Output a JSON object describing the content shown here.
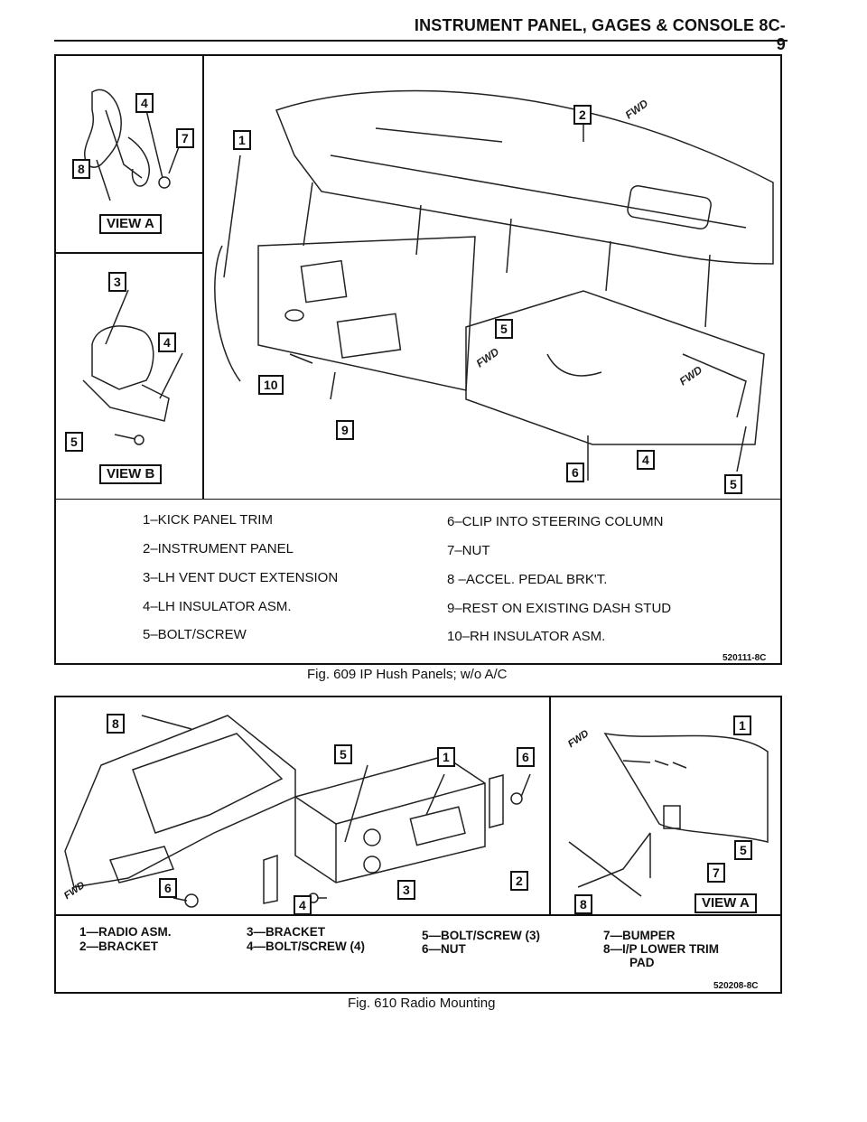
{
  "header": {
    "title": "INSTRUMENT PANEL, GAGES & CONSOLE 8C-9"
  },
  "fig609": {
    "caption": "Fig. 609 IP Hush Panels; w/o A/C",
    "code": "520111-8C",
    "view_a": "VIEW A",
    "view_b": "VIEW B",
    "fwd": "FWD",
    "callouts": [
      "4",
      "7",
      "8",
      "3",
      "4",
      "5",
      "1",
      "2",
      "5",
      "10",
      "9",
      "6",
      "4",
      "5"
    ],
    "legend_left": [
      "1–KICK PANEL TRIM",
      "2–INSTRUMENT PANEL",
      "3–LH VENT DUCT EXTENSION",
      "4–LH INSULATOR ASM.",
      "5–BOLT/SCREW"
    ],
    "legend_right": [
      "6–CLIP INTO STEERING COLUMN",
      "7–NUT",
      "8 –ACCEL. PEDAL BRK'T.",
      "9–REST ON EXISTING DASH STUD",
      "10–RH INSULATOR ASM."
    ]
  },
  "fig610": {
    "caption": "Fig. 610 Radio Mounting",
    "code": "520208-8C",
    "view_a": "VIEW A",
    "fwd": "FWD",
    "callouts": [
      "8",
      "1",
      "6",
      "5",
      "6",
      "4",
      "3",
      "2",
      "1",
      "5",
      "7",
      "8"
    ],
    "legend": {
      "col1": [
        "1—RADIO ASM.",
        "2—BRACKET"
      ],
      "col2": [
        "3—BRACKET",
        "4—BOLT/SCREW (4)"
      ],
      "col3": [
        "5—BOLT/SCREW (3)",
        "6—NUT"
      ],
      "col4": [
        "7—BUMPER",
        "8—I/P LOWER TRIM",
        "PAD"
      ]
    }
  }
}
